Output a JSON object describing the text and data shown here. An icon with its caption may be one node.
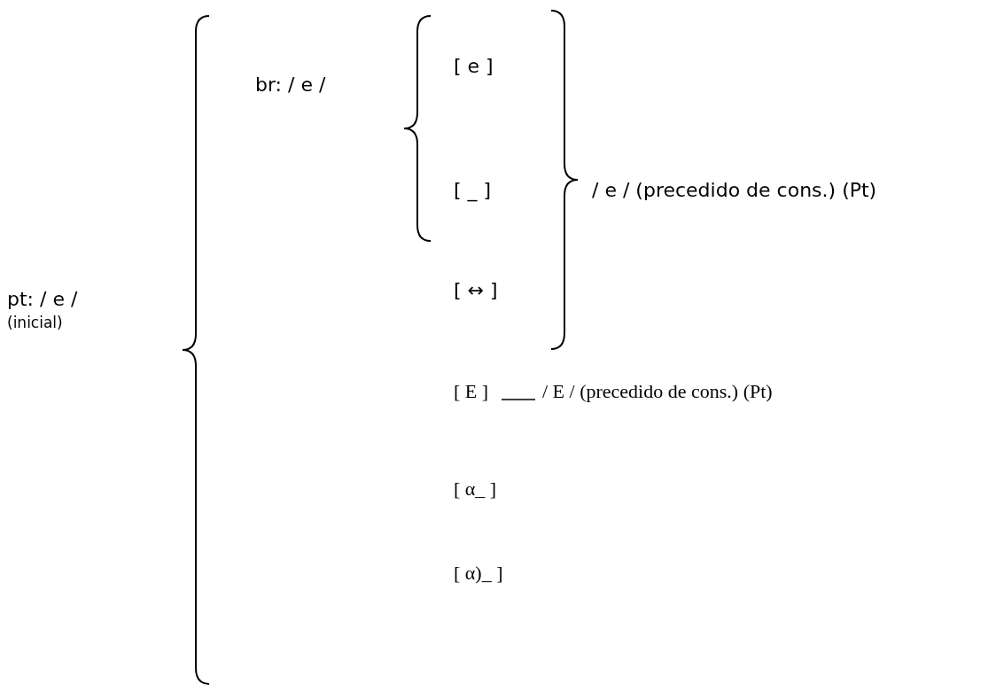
{
  "diagram": {
    "labels": [
      "pt: / e /",
      "(inicial)",
      "br:  / e /",
      "[ e ]",
      "[ _ ]",
      "/ e / (precedido de cons.) (Pt)",
      "[ ↔ ]",
      "[ E ]",
      "/ E /  (precedido de cons.) (Pt)",
      "[ α_ ]",
      "[ α)_ ]"
    ]
  }
}
